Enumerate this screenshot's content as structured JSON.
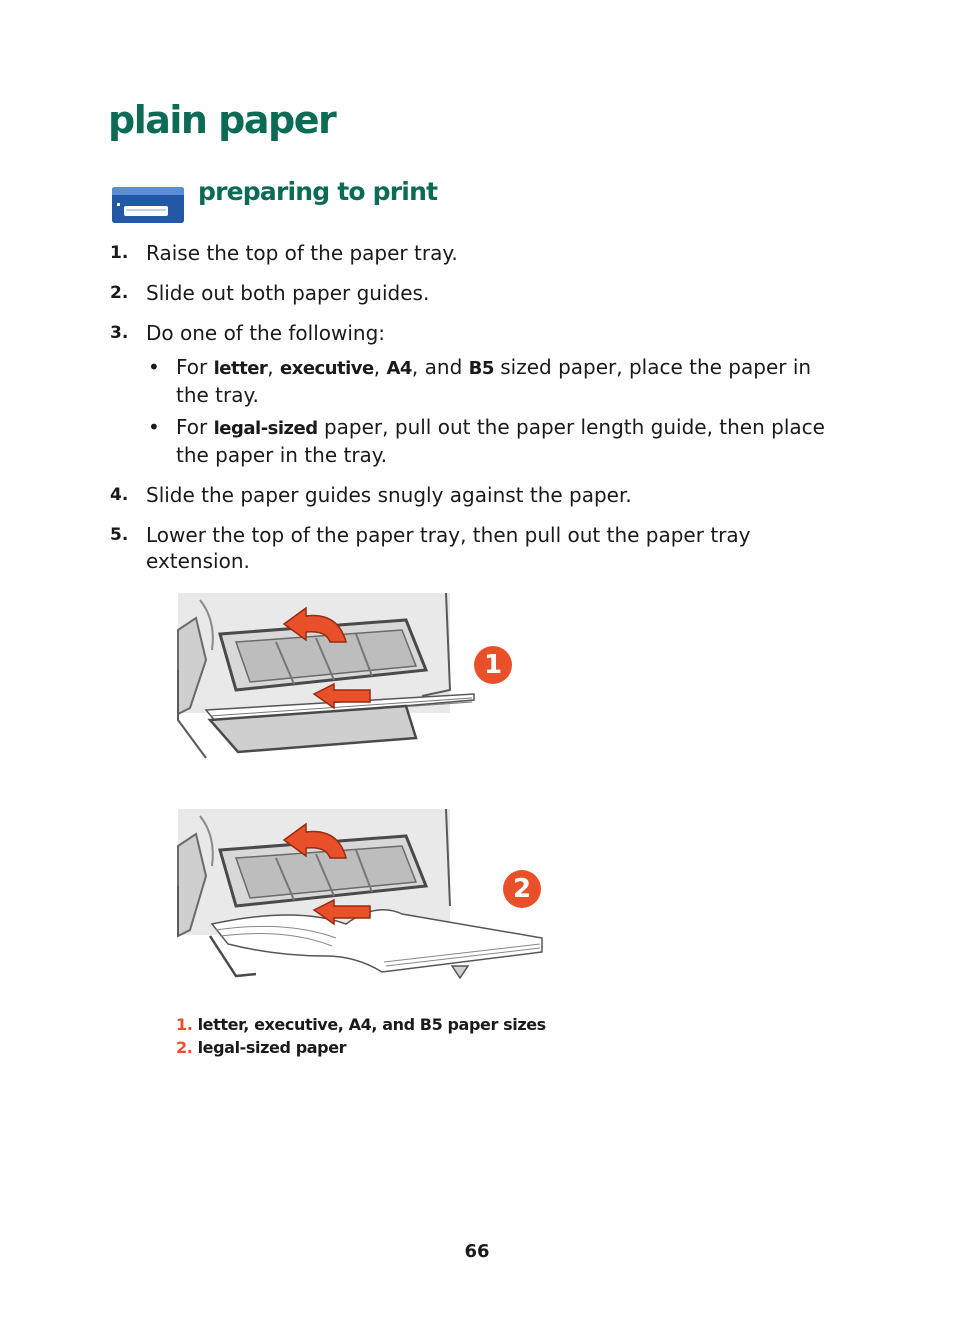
{
  "page": {
    "title": "plain paper",
    "section_title": "preparing to print",
    "page_number": "66"
  },
  "steps": [
    {
      "num": "1.",
      "text": "Raise the top of the paper tray."
    },
    {
      "num": "2.",
      "text": "Slide out both paper guides."
    },
    {
      "num": "3.",
      "text": "Do one of the following:"
    },
    {
      "num": "4.",
      "text": "Slide the paper guides snugly against the paper."
    },
    {
      "num": "5.",
      "text": "Lower the top of the paper tray, then pull out the paper tray extension."
    }
  ],
  "bullets": {
    "b1": {
      "for": "For ",
      "letter": "letter",
      "sep1": ", ",
      "executive": "executive",
      "sep2": ", ",
      "a4": "A4",
      "and": ", and ",
      "b5": "B5",
      "rest": " sized paper, place the paper in the tray."
    },
    "b2": {
      "for": "For ",
      "legal": "legal-sized",
      "rest": " paper, pull out the paper length guide, then place the paper in the tray."
    }
  },
  "figures": {
    "badge1": "1",
    "badge2": "2"
  },
  "captions": [
    {
      "num": "1.",
      "text": " letter, executive, A4, and B5 paper sizes"
    },
    {
      "num": "2.",
      "text": " legal-sized paper"
    }
  ],
  "colors": {
    "heading": "#0b6b55",
    "accent": "#e8502a",
    "icon_blue": "#2358a6"
  },
  "icons": [
    "printer-icon",
    "raise-arrow-icon",
    "push-arrow-icon"
  ]
}
